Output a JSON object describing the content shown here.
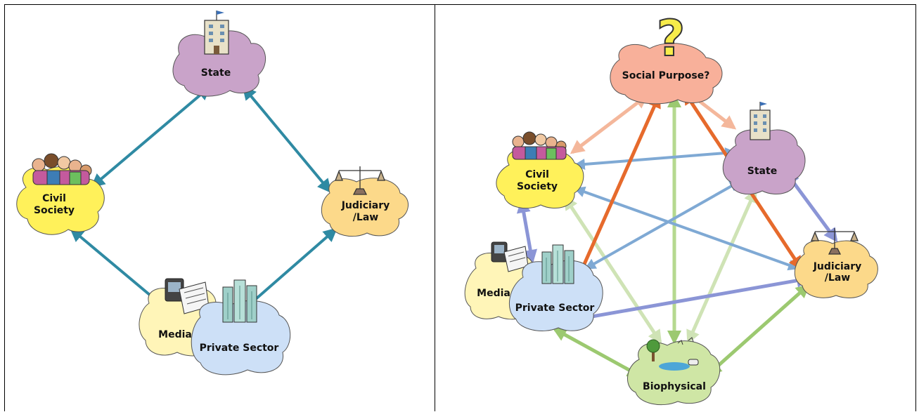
{
  "left_diagram": {
    "nodes": {
      "state": "State",
      "civil_society_line1": "Civil",
      "civil_society_line2": "Society",
      "judiciary_line1": "Judiciary",
      "judiciary_line2": "/Law",
      "media": "Media",
      "private_sector": "Private Sector"
    }
  },
  "right_diagram": {
    "nodes": {
      "social_purpose": "Social Purpose?",
      "state": "State",
      "civil_society_line1": "Civil",
      "civil_society_line2": "Society",
      "judiciary_line1": "Judiciary",
      "judiciary_line2": "/Law",
      "media": "Media",
      "private_sector": "Private Sector",
      "biophysical": "Biophysical",
      "question_mark": "?"
    }
  },
  "colors": {
    "state": "#c9a3c9",
    "civil_society": "#fff15a",
    "judiciary": "#fcd98a",
    "media": "#fff5b8",
    "private_sector": "#cde0f7",
    "social_purpose": "#f8b09a",
    "biophysical": "#cfe6a5",
    "arrow_teal": "#2f8aa3",
    "arrow_orange": "#e66a2c",
    "arrow_peach": "#f4b79b",
    "arrow_blue": "#7fa9d4",
    "arrow_lavender": "#8b95d6",
    "arrow_green": "#9cc970",
    "question_mark": "#f7ec4a"
  },
  "icons": [
    "building-icon",
    "people-group-icon",
    "scales-icon",
    "newspaper-tv-icon",
    "skyscrapers-icon",
    "trees-animals-icon"
  ]
}
